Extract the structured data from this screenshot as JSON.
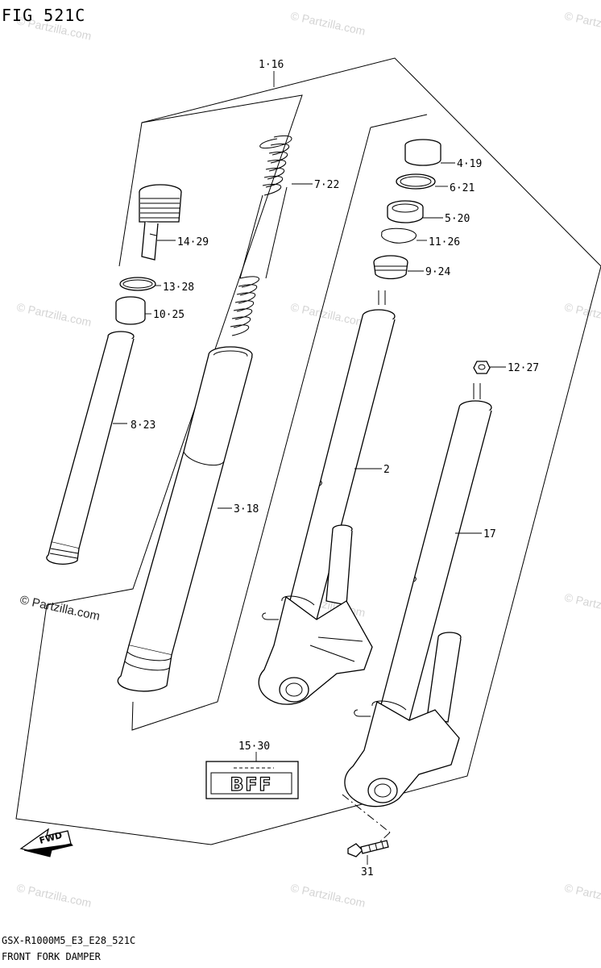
{
  "figure": {
    "title": "FIG 521C",
    "model_code": "GSX-R1000M5_E3_E28_521C",
    "caption": "FRONT FORK DAMPER"
  },
  "watermark": {
    "small_text": "© Partzilla.com",
    "main_text": "© Partzilla.com"
  },
  "callouts": [
    {
      "id": "c-1-16",
      "label": "1·16"
    },
    {
      "id": "c-7-22",
      "label": "7·22"
    },
    {
      "id": "c-14-29",
      "label": "14·29"
    },
    {
      "id": "c-13-28",
      "label": "13·28"
    },
    {
      "id": "c-10-25",
      "label": "10·25"
    },
    {
      "id": "c-8-23",
      "label": "8·23"
    },
    {
      "id": "c-3-18",
      "label": "3·18"
    },
    {
      "id": "c-4-19",
      "label": "4·19"
    },
    {
      "id": "c-6-21",
      "label": "6·21"
    },
    {
      "id": "c-5-20",
      "label": "5·20"
    },
    {
      "id": "c-11-26",
      "label": "11·26"
    },
    {
      "id": "c-9-24",
      "label": "9·24"
    },
    {
      "id": "c-12-27",
      "label": "12·27"
    },
    {
      "id": "c-2",
      "label": "2"
    },
    {
      "id": "c-17",
      "label": "17"
    },
    {
      "id": "c-15-30",
      "label": "15·30"
    },
    {
      "id": "c-31",
      "label": "31"
    }
  ],
  "decal_text": "BFF",
  "fwd_arrow_text": "FWD"
}
